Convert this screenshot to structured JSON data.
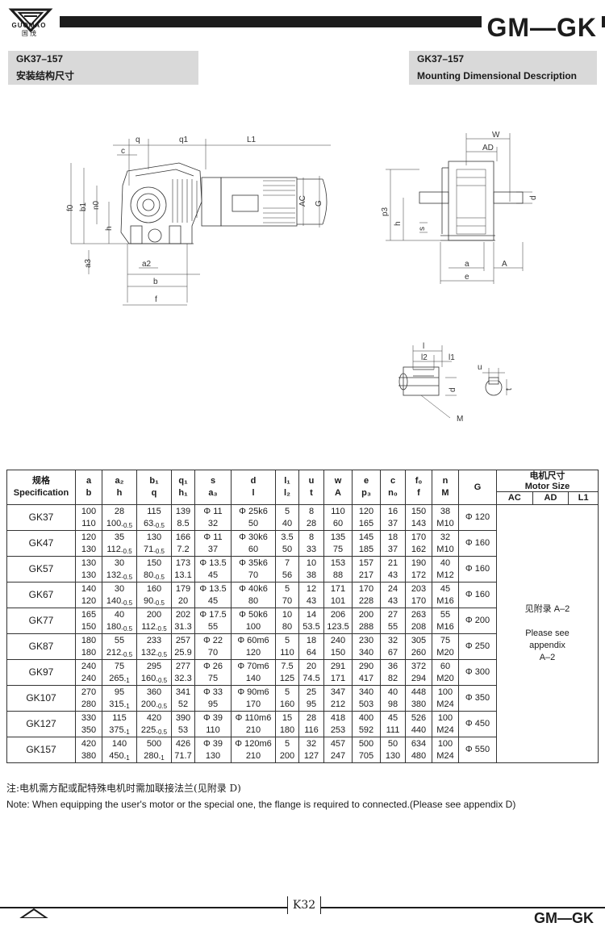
{
  "header": {
    "logo_text": "GUOMAO",
    "logo_cn": "国  茂",
    "brand": "GM—GK",
    "left_model": "GK37–157",
    "left_title": "安装结构尺寸",
    "right_model": "GK37–157",
    "right_title": "Mounting Dimensional Description"
  },
  "drawing_labels": {
    "q": "q",
    "q1": "q1",
    "L1": "L1",
    "c": "c",
    "f0": "f0",
    "b1": "b1",
    "n0": "n0",
    "h": "h",
    "a3": "a3",
    "a2": "a2",
    "b": "b",
    "f": "f",
    "AC": "AC",
    "G": "G",
    "W": "W",
    "AD": "AD",
    "d": "d",
    "p3": "p3",
    "s": "s",
    "a": "a",
    "A": "A",
    "e": "e",
    "l": "l",
    "l2": "l2",
    "l1": "l1",
    "u": "u",
    "t": "t",
    "M": "M"
  },
  "table": {
    "head_cn": "规格",
    "head_en": "Specification",
    "cols": [
      {
        "top": "a",
        "bottom": "b"
      },
      {
        "top": "a₂",
        "bottom": "h"
      },
      {
        "top": "b₁",
        "bottom": "q"
      },
      {
        "top": "q₁",
        "bottom": "h₁"
      },
      {
        "top": "s",
        "bottom": "a₃"
      },
      {
        "top": "d",
        "bottom": "l"
      },
      {
        "top": "l₁",
        "bottom": "l₂"
      },
      {
        "top": "u",
        "bottom": "t"
      },
      {
        "top": "w",
        "bottom": "A"
      },
      {
        "top": "e",
        "bottom": "p₃"
      },
      {
        "top": "c",
        "bottom": "n₀"
      },
      {
        "top": "f₀",
        "bottom": "f"
      },
      {
        "top": "n",
        "bottom": "M"
      }
    ],
    "g_head": "G",
    "motor_cn": "电机尺寸",
    "motor_en": "Motor Size",
    "motor_cols": [
      "AC",
      "AD",
      "L1"
    ],
    "motor_note_cn": "见附录 A–2",
    "motor_note_en1": "Please see",
    "motor_note_en2": "appendix",
    "motor_note_en3": "A–2",
    "rows": [
      {
        "model": "GK37",
        "g": "Φ 120",
        "top": [
          "100",
          "28",
          "115",
          "139",
          "Φ 11",
          "Φ 25k6",
          "5",
          "8",
          "110",
          "120",
          "16",
          "150",
          "38"
        ],
        "bottom": [
          "110",
          "100",
          "63",
          "8.5",
          "32",
          "50",
          "40",
          "28",
          "60",
          "165",
          "37",
          "143",
          "M10"
        ],
        "bsub": [
          "",
          "-0.5",
          "-0.5",
          "",
          "",
          "",
          "",
          "",
          "",
          "",
          "",
          "",
          ""
        ]
      },
      {
        "model": "GK47",
        "g": "Φ 160",
        "top": [
          "120",
          "35",
          "130",
          "166",
          "Φ 11",
          "Φ 30k6",
          "3.5",
          "8",
          "135",
          "145",
          "18",
          "170",
          "32"
        ],
        "bottom": [
          "130",
          "112",
          "71",
          "7.2",
          "37",
          "60",
          "50",
          "33",
          "75",
          "185",
          "37",
          "162",
          "M10"
        ],
        "bsub": [
          "",
          "-0.5",
          "-0.5",
          "",
          "",
          "",
          "",
          "",
          "",
          "",
          "",
          "",
          ""
        ]
      },
      {
        "model": "GK57",
        "g": "Φ 160",
        "top": [
          "130",
          "30",
          "150",
          "173",
          "Φ 13.5",
          "Φ 35k6",
          "7",
          "10",
          "153",
          "157",
          "21",
          "190",
          "40"
        ],
        "bottom": [
          "130",
          "132",
          "80",
          "13.1",
          "45",
          "70",
          "56",
          "38",
          "88",
          "217",
          "43",
          "172",
          "M12"
        ],
        "bsub": [
          "",
          "-0.5",
          "-0.5",
          "",
          "",
          "",
          "",
          "",
          "",
          "",
          "",
          "",
          ""
        ]
      },
      {
        "model": "GK67",
        "g": "Φ 160",
        "top": [
          "140",
          "30",
          "160",
          "179",
          "Φ 13.5",
          "Φ 40k6",
          "5",
          "12",
          "171",
          "170",
          "24",
          "203",
          "45"
        ],
        "bottom": [
          "120",
          "140",
          "90",
          "20",
          "45",
          "80",
          "70",
          "43",
          "101",
          "228",
          "43",
          "170",
          "M16"
        ],
        "bsub": [
          "",
          "-0.5",
          "-0.5",
          "",
          "",
          "",
          "",
          "",
          "",
          "",
          "",
          "",
          ""
        ]
      },
      {
        "model": "GK77",
        "g": "Φ 200",
        "top": [
          "165",
          "40",
          "200",
          "202",
          "Φ 17.5",
          "Φ 50k6",
          "10",
          "14",
          "206",
          "200",
          "27",
          "263",
          "55"
        ],
        "bottom": [
          "150",
          "180",
          "112",
          "31.3",
          "55",
          "100",
          "80",
          "53.5",
          "123.5",
          "288",
          "55",
          "208",
          "M16"
        ],
        "bsub": [
          "",
          "-0.5",
          "-0.5",
          "",
          "",
          "",
          "",
          "",
          "",
          "",
          "",
          "",
          ""
        ]
      },
      {
        "model": "GK87",
        "g": "Φ 250",
        "top": [
          "180",
          "55",
          "233",
          "257",
          "Φ 22",
          "Φ 60m6",
          "5",
          "18",
          "240",
          "230",
          "32",
          "305",
          "75"
        ],
        "bottom": [
          "180",
          "212",
          "132",
          "25.9",
          "70",
          "120",
          "110",
          "64",
          "150",
          "340",
          "67",
          "260",
          "M20"
        ],
        "bsub": [
          "",
          "-0.5",
          "-0.5",
          "",
          "",
          "",
          "",
          "",
          "",
          "",
          "",
          "",
          ""
        ]
      },
      {
        "model": "GK97",
        "g": "Φ 300",
        "top": [
          "240",
          "75",
          "295",
          "277",
          "Φ 26",
          "Φ 70m6",
          "7.5",
          "20",
          "291",
          "290",
          "36",
          "372",
          "60"
        ],
        "bottom": [
          "240",
          "265",
          "160",
          "32.3",
          "75",
          "140",
          "125",
          "74.5",
          "171",
          "417",
          "82",
          "294",
          "M20"
        ],
        "bsub": [
          "",
          "-1",
          "-0.5",
          "",
          "",
          "",
          "",
          "",
          "",
          "",
          "",
          "",
          ""
        ]
      },
      {
        "model": "GK107",
        "g": "Φ 350",
        "top": [
          "270",
          "95",
          "360",
          "341",
          "Φ 33",
          "Φ 90m6",
          "5",
          "25",
          "347",
          "340",
          "40",
          "448",
          "100"
        ],
        "bottom": [
          "280",
          "315",
          "200",
          "52",
          "95",
          "170",
          "160",
          "95",
          "212",
          "503",
          "98",
          "380",
          "M24"
        ],
        "bsub": [
          "",
          "-1",
          "-0.5",
          "",
          "",
          "",
          "",
          "",
          "",
          "",
          "",
          "",
          ""
        ]
      },
      {
        "model": "GK127",
        "g": "Φ 450",
        "top": [
          "330",
          "115",
          "420",
          "390",
          "Φ 39",
          "Φ 110m6",
          "15",
          "28",
          "418",
          "400",
          "45",
          "526",
          "100"
        ],
        "bottom": [
          "350",
          "375",
          "225",
          "53",
          "110",
          "210",
          "180",
          "116",
          "253",
          "592",
          "111",
          "440",
          "M24"
        ],
        "bsub": [
          "",
          "-1",
          "-0.5",
          "",
          "",
          "",
          "",
          "",
          "",
          "",
          "",
          "",
          ""
        ]
      },
      {
        "model": "GK157",
        "g": "Φ 550",
        "top": [
          "420",
          "140",
          "500",
          "426",
          "Φ 39",
          "Φ 120m6",
          "5",
          "32",
          "457",
          "500",
          "50",
          "634",
          "100"
        ],
        "bottom": [
          "380",
          "450",
          "280",
          "71.7",
          "130",
          "210",
          "200",
          "127",
          "247",
          "705",
          "130",
          "480",
          "M24"
        ],
        "bsub": [
          "",
          "-1",
          "-1",
          "",
          "",
          "",
          "",
          "",
          "",
          "",
          "",
          "",
          ""
        ]
      }
    ]
  },
  "notes": {
    "cn": "注:电机需方配或配特殊电机时需加联接法兰(见附录 D)",
    "en": "Note: When equipping the user's motor or the special one, the flange is required to connected.(Please see appendix D)"
  },
  "footer": {
    "page": "K32",
    "brand": "GM—GK"
  }
}
